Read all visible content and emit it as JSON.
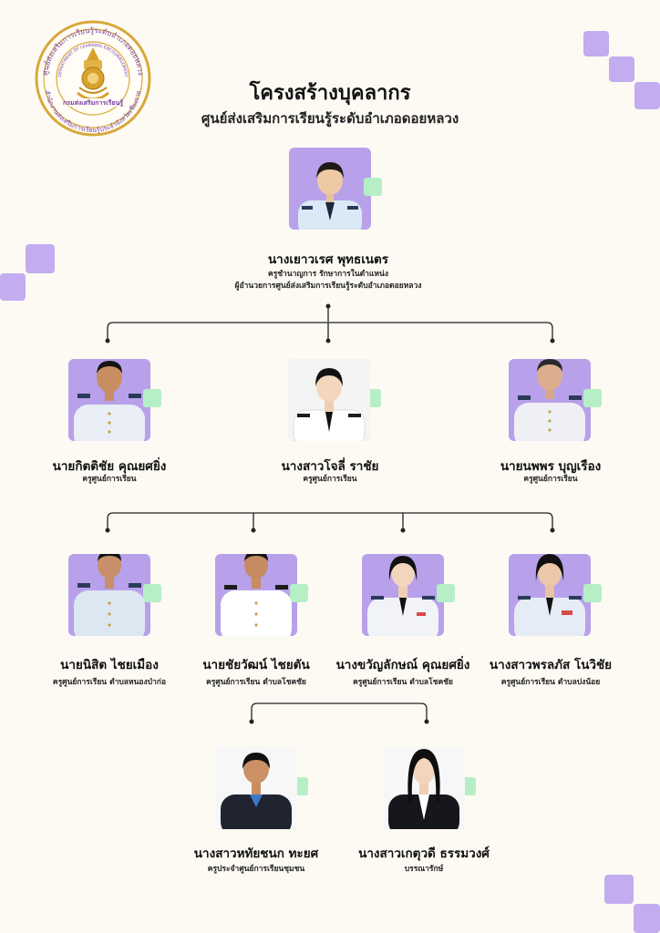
{
  "header": {
    "title": "โครงสร้างบุคลากร",
    "subtitle": "ศูนย์ส่งเสริมการเรียนรู้ระดับอำเภอดอยหลวง"
  },
  "seal": {
    "outer_top_text": "ศูนย์ส่งเสริมการเรียนรู้ระดับอำเภอดอยหลวง",
    "english_text": "DEPARTMENT OF LEARNING ENCOURAGEMENT",
    "thai_text": "กรมส่งเสริมการเรียนรู้",
    "outer_bottom_text": "สำนักงานส่งเสริมการเรียนรู้ประจำจังหวัดเชียงราย"
  },
  "director": {
    "name": "นางเยาวเรศ พุทธเนตร",
    "role_line1": "ครูชำนาญการ รักษาการในตำแหน่ง",
    "role_line2": "ผู้อำนวยการศูนย์ส่งเสริมการเรียนรู้ระดับอำเภอดอยหลวง"
  },
  "level2": [
    {
      "name": "นายกิตติชัย คุณยศยิ่ง",
      "role": "ครูศูนย์การเรียน"
    },
    {
      "name": "นางสาวโจลี่ ราชัย",
      "role": "ครูศูนย์การเรียน"
    },
    {
      "name": "นายนพพร บุญเรือง",
      "role": "ครูศูนย์การเรียน"
    }
  ],
  "level3": [
    {
      "name": "นายนิสิต ไชยเมือง",
      "role": "ครูศูนย์การเรียน ตำบลหนองป่าก่อ"
    },
    {
      "name": "นายชัยวัฒน์ ไชยตัน",
      "role": "ครูศูนย์การเรียน ตำบลโชคชัย"
    },
    {
      "name": "นางขวัญลักษณ์ คุณยศยิ่ง",
      "role": "ครูศูนย์การเรียน ตำบลโชคชัย"
    },
    {
      "name": "นางสาวพรลภัส โนวิชัย",
      "role": "ครูศูนย์การเรียน ตำบลปงน้อย"
    }
  ],
  "level4": [
    {
      "name": "นางสาวหทัยชนก ทะยศ",
      "role": "ครูประจำศูนย์การเรียนชุมชน"
    },
    {
      "name": "นางสาวเกตุวดี ธรรมวงศ์",
      "role": "บรรณารักษ์"
    }
  ],
  "colors": {
    "background": "#fcfaf3",
    "photo_bg": "#b8a1ea",
    "accent_green": "#b6efc6",
    "decor_purple": "#c3acef"
  }
}
